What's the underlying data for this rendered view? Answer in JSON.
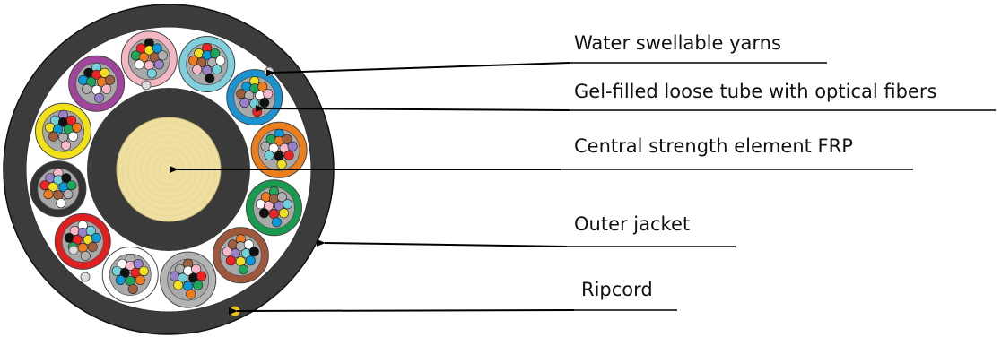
{
  "labels": {
    "water_yarns": "Water swellable yarns",
    "loose_tube": "Gel-filled loose tube with optical fibers",
    "strength_element": "Central strength element FRP",
    "outer_jacket": "Outer jacket",
    "ripcord": "Ripcord"
  },
  "colors": {
    "jacket": "#3c3c3c",
    "inner_sheath": "#3a3a3a",
    "fill": "#ffffff",
    "frp": "#eedfa0",
    "ripcord": "#e8c11c",
    "tube_ring_colors": [
      "#7fd0dc",
      "#1a93d0",
      "#ee7e1c",
      "#1a9a4e",
      "#a0583c",
      "#b4b4b4",
      "#ffffff",
      "#e02020",
      "#333333",
      "#f2e018",
      "#a0449c",
      "#f3b8c4"
    ],
    "fiber_colors": [
      "#ee2222",
      "#f0e020",
      "#0b98d8",
      "#1ea65a",
      "#ef7b1e",
      "#a06040",
      "#b0b0b0",
      "#ffffff",
      "#f8b8c8",
      "#9a80c8",
      "#74d0d8",
      "#111111"
    ]
  },
  "components": {
    "loose_tube_count": 12
  }
}
